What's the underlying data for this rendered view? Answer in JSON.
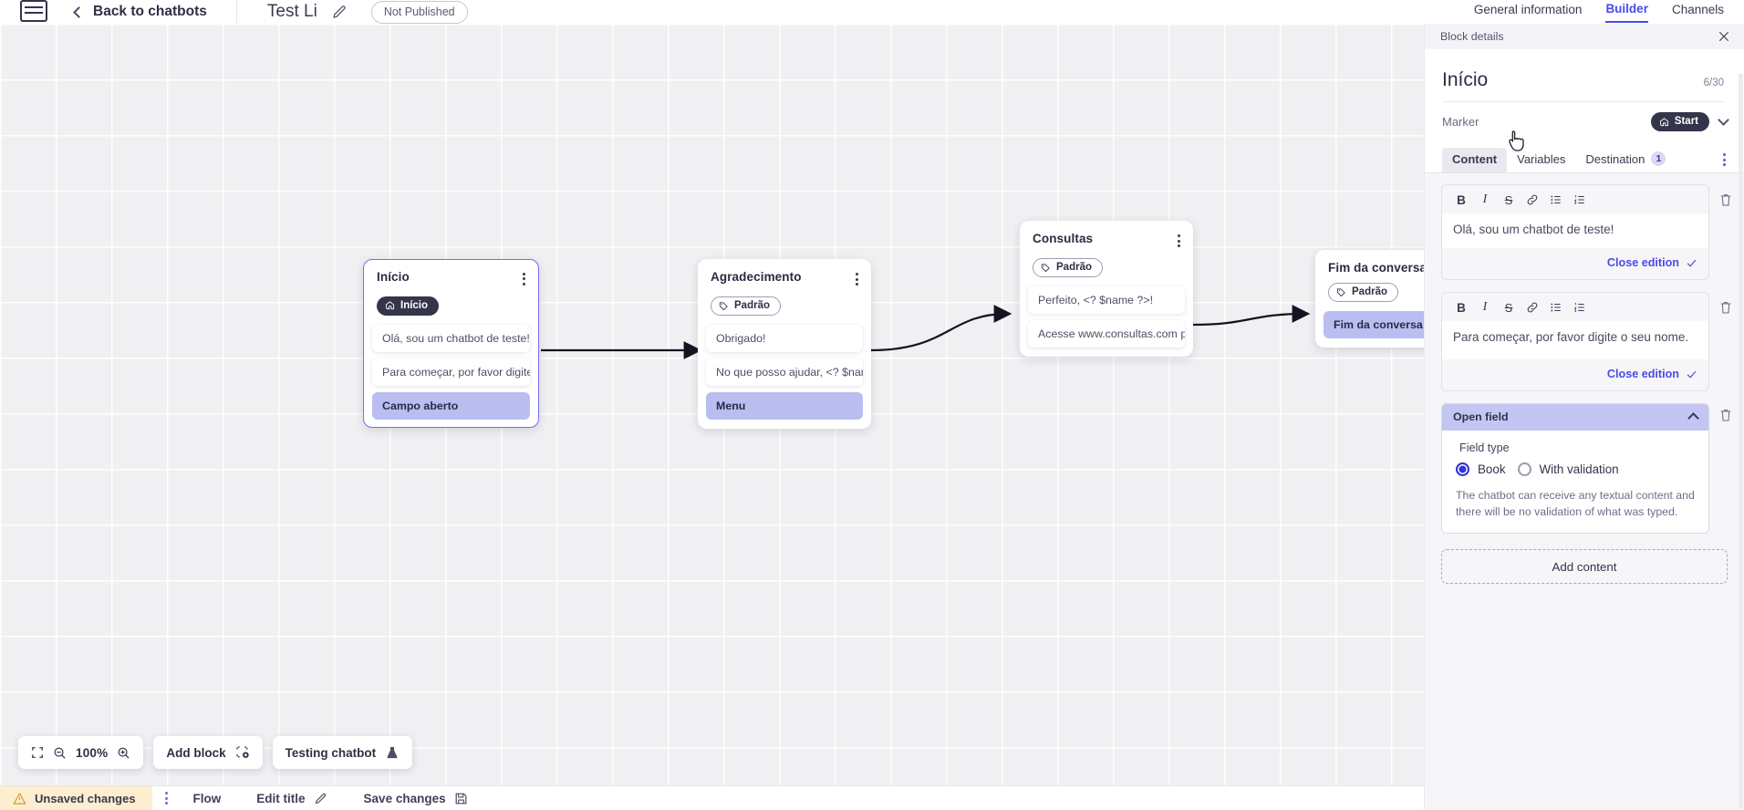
{
  "topbar": {
    "logo_icon": "app-logo-icon",
    "back_label": "Back to chatbots",
    "bot_title": "Test Li",
    "edit_icon": "pencil-icon",
    "publish_status": "Not Published"
  },
  "canvas": {
    "nodes": [
      {
        "id": "inicio",
        "title": "Início",
        "badge": "Início",
        "badge_type": "start",
        "badge_icon": "home-icon",
        "selected": true,
        "messages": [
          {
            "text": "Olá, sou um chatbot de teste!",
            "highlight": false
          },
          {
            "text": "Para começar, por favor digite o ...",
            "highlight": false
          },
          {
            "text": "Campo aberto",
            "highlight": true
          }
        ]
      },
      {
        "id": "agradecimento",
        "title": "Agradecimento",
        "badge": "Padrão",
        "badge_type": "default",
        "badge_icon": "tag-icon",
        "selected": false,
        "messages": [
          {
            "text": "Obrigado!",
            "highlight": false
          },
          {
            "text": "No que posso ajudar, <? $name ...",
            "highlight": false
          },
          {
            "text": "Menu",
            "highlight": true
          }
        ]
      },
      {
        "id": "consultas",
        "title": "Consultas",
        "badge": "Padrão",
        "badge_type": "default",
        "badge_icon": "tag-icon",
        "selected": false,
        "messages": [
          {
            "text": "Perfeito, <? $name ?>!",
            "highlight": false
          },
          {
            "text": "Acesse www.consultas.com par...",
            "highlight": false
          }
        ]
      },
      {
        "id": "fim",
        "title": "Fim da conversa",
        "badge": "Padrão",
        "badge_type": "default",
        "badge_icon": "tag-icon",
        "selected": false,
        "messages": [
          {
            "text": "Fim da conversa",
            "highlight": true
          }
        ]
      }
    ],
    "toolbar": {
      "fit_icon": "fit-screen-icon",
      "zoom_out_icon": "zoom-out-icon",
      "zoom_level": "100%",
      "zoom_in_icon": "zoom-in-icon",
      "add_block_label": "Add block",
      "add_block_icon": "add-block-icon",
      "testing_label": "Testing chatbot",
      "testing_icon": "flask-icon"
    }
  },
  "statusbar": {
    "warning_icon": "warning-icon",
    "unsaved_label": "Unsaved changes",
    "kebab_icon": "kebab-menu-icon",
    "flow_label": "Flow",
    "edit_title_label": "Edit title",
    "edit_title_icon": "pencil-icon",
    "save_label": "Save changes",
    "save_icon": "floppy-disk-icon"
  },
  "panel": {
    "tabs": [
      {
        "label": "General information",
        "active": false
      },
      {
        "label": "Builder",
        "active": true
      },
      {
        "label": "Channels",
        "active": false
      }
    ],
    "header_title": "Block details",
    "close_icon": "close-icon",
    "block_title": "Início",
    "char_count": "6/30",
    "marker_label": "Marker",
    "marker_value": "Start",
    "marker_icon": "home-icon",
    "marker_chevron": "chevron-down-icon",
    "sub_tabs": [
      {
        "label": "Content",
        "active": true,
        "badge": null
      },
      {
        "label": "Variables",
        "active": false,
        "badge": null
      },
      {
        "label": "Destination",
        "active": false,
        "badge": "1"
      }
    ],
    "more_icon": "kebab-menu-icon",
    "editor_toolbar": [
      {
        "name": "bold-icon",
        "glyph": "B"
      },
      {
        "name": "italic-icon",
        "glyph": "I"
      },
      {
        "name": "strikethrough-icon",
        "glyph": "S"
      },
      {
        "name": "link-icon",
        "glyph": "⊘"
      },
      {
        "name": "bullet-list-icon",
        "glyph": "☰"
      },
      {
        "name": "numbered-list-icon",
        "glyph": "≡"
      }
    ],
    "editors": [
      {
        "text": "Olá, sou um chatbot de teste!",
        "close_label": "Close edition"
      },
      {
        "text": "Para começar, por favor digite o seu nome.",
        "close_label": "Close edition"
      }
    ],
    "open_field": {
      "header": "Open field",
      "collapse_icon": "chevron-up-icon",
      "delete_icon": "trash-icon",
      "field_type_label": "Field type",
      "options": [
        {
          "label": "Book",
          "selected": true
        },
        {
          "label": "With validation",
          "selected": false
        }
      ],
      "description": "The chatbot can receive any textual content and there will be no validation of what was typed."
    },
    "add_content_label": "Add content"
  },
  "colors": {
    "accent": "#4a4ae6",
    "highlight": "#b9bdf0",
    "panel_bg": "#f6f6f9",
    "warning_bg": "#fdeecf",
    "radio_on": "#3333dd"
  }
}
